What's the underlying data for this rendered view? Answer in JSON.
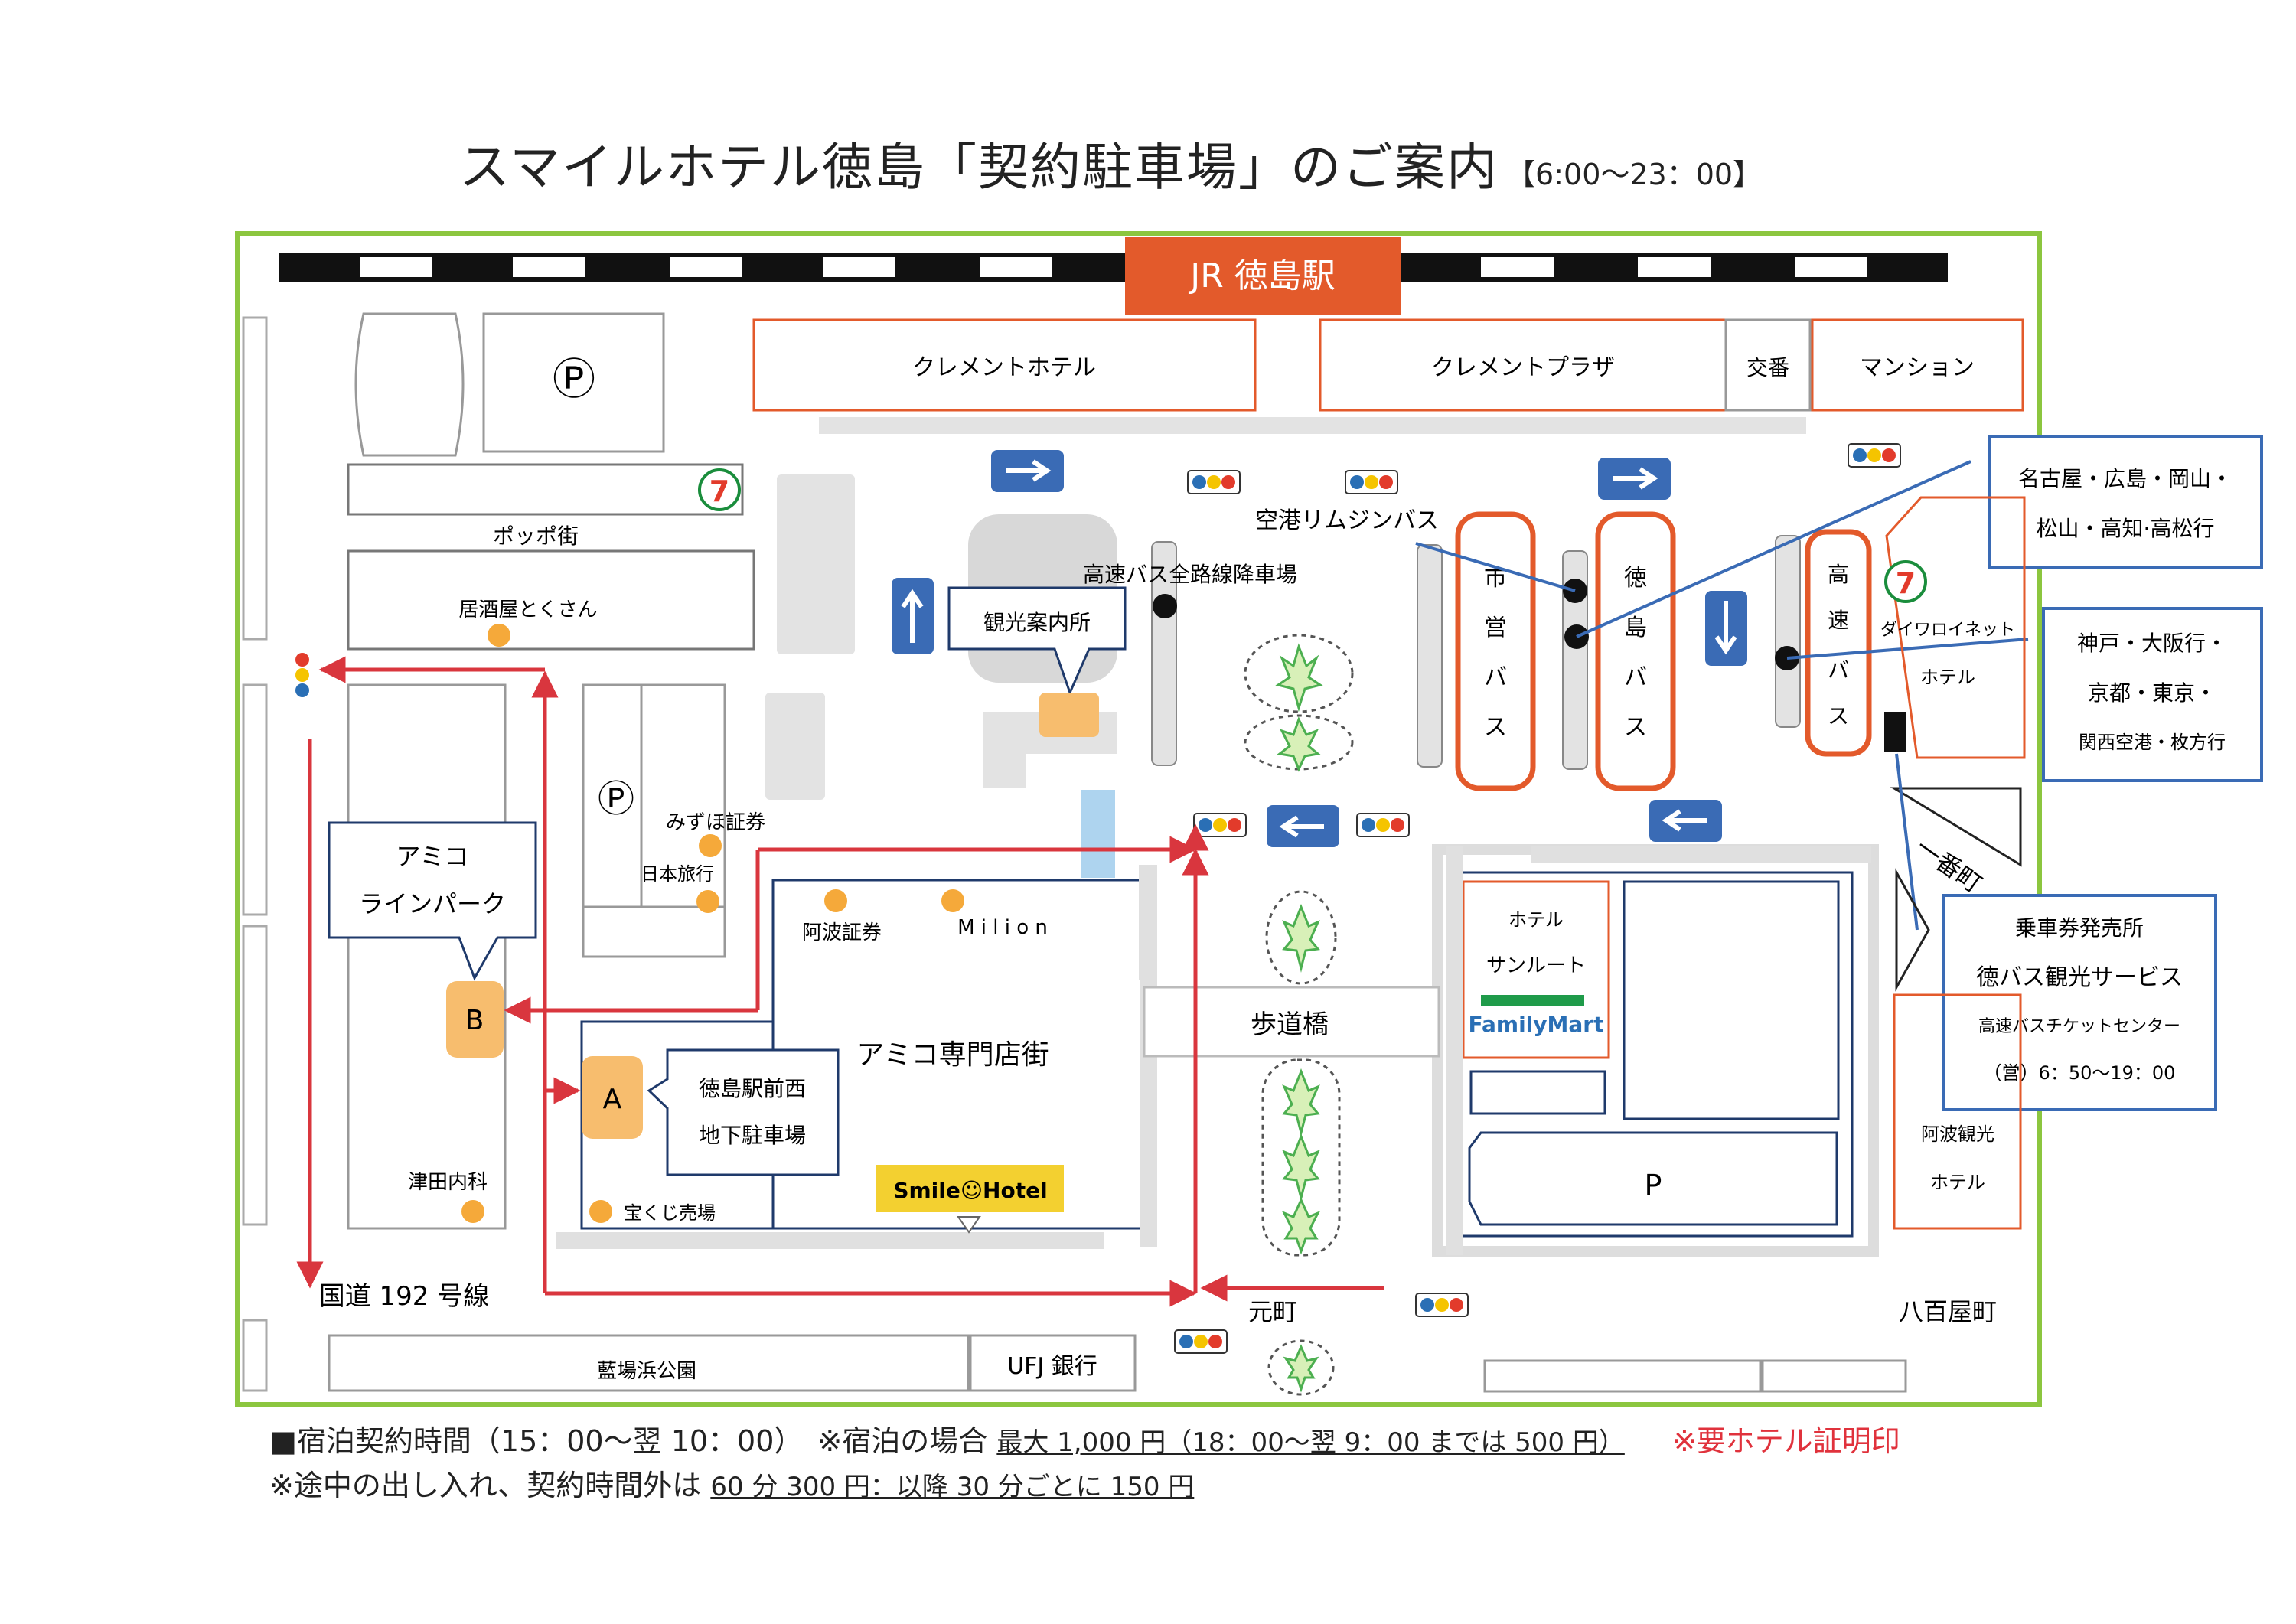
{
  "title": {
    "main": "スマイルホテル徳島「契約駐車場」のご案内",
    "hours": "【6:00〜23：00】"
  },
  "station": "JR 徳島駅",
  "parking_symbol": "Ⓟ",
  "buildings": {
    "clement_hotel": "クレメントホテル",
    "clement_plaza": "クレメントプラザ",
    "police_box": "交番",
    "mansion": "マンション",
    "poppo": "ポッポ街",
    "izakaya": "居酒屋とくさん",
    "mizuho": "みずほ証券",
    "nihon_ryoko": "日本旅行",
    "awa_shoken": "阿波証券",
    "milion": "M i l i o n",
    "amico_shops": "アミコ専門店街",
    "takarakuji": "宝くじ売場",
    "tsuda_naika": "津田内科",
    "kanko": "観光案内所",
    "hotel_sunroute": "ホテル",
    "sunroute_2": "サンルート",
    "familymart": "FamilyMart",
    "p_lot": "P",
    "awa_kanko": "阿波観光",
    "awa_kanko_2": "ホテル",
    "daiwa": "ダイワロイネット",
    "daiwa_2": "ホテル",
    "ufj": "UFJ 銀行",
    "park": "藍場浜公園",
    "ichiban": "一番町",
    "hodokyo": "歩道橋",
    "smile_hotel": "Smile☺Hotel",
    "seven": "7"
  },
  "bus": {
    "limousine": "空港リムジンバス",
    "highway_stop": "高速バス全路線降車場",
    "city": "市営バス",
    "tokushima": "徳島バス",
    "highway": "高速バス",
    "dest_1": "名古屋・広島・岡山・",
    "dest_1b": "松山・高知·高松行",
    "dest_2": "神戸・大阪行・",
    "dest_2b": "京都・東京・",
    "dest_2c": "関西空港・枚方行",
    "ticket": "乗車券発売所",
    "ticket_2": "徳バス観光サービス",
    "ticket_3": "高速バスチケットセンター",
    "ticket_4": "（営）6：50〜19：00"
  },
  "parking": {
    "a_marker": "A",
    "a_name_1": "徳島駅前西",
    "a_name_2": "地下駐車場",
    "b_marker": "B",
    "b_name_1": "アミコ",
    "b_name_2": "ラインパーク"
  },
  "streets": {
    "route192": "国道 192 号線",
    "motomachi": "元町",
    "yaoyacho": "八百屋町"
  },
  "footer": {
    "line1_label": "■宿泊契約時間（15：00〜翌 10：00）　※宿泊の場合",
    "line1_price": "最大 1,000 円（18：00〜翌 9：00 までは 500 円）",
    "line1_red": "※要ホテル証明印",
    "line2_label": "※途中の出し入れ、契約時間外は",
    "line2_price": "60 分 300 円：以降 30 分ごとに 150 円"
  },
  "colors": {
    "frame": "#8cc63f",
    "accent": "#e35a2b",
    "route": "#d9363e",
    "bus": "#e35a2b",
    "info_box": "#3a6bb5"
  }
}
